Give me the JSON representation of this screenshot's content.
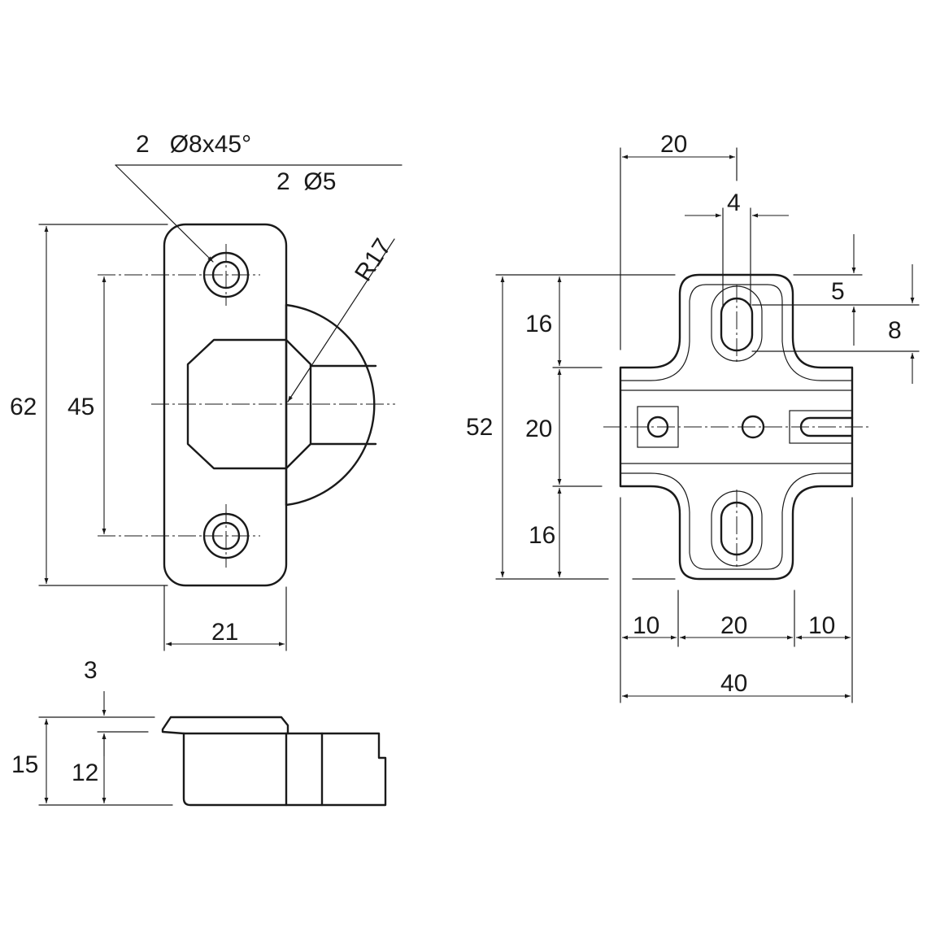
{
  "labels": {
    "countered_holes": "2   Ø8x45°",
    "holes": "2  Ø5",
    "radius": "R17",
    "overall_height": "62",
    "hole_pitch": "45",
    "plate_width": "21",
    "top_step": "3",
    "side_total": "15",
    "side_body": "12",
    "right_top_width": "20",
    "slot_width": "4",
    "slot_offset": "5",
    "slot_length": "8",
    "right_height": "52",
    "upper_band": "16",
    "middle_band": "20",
    "lower_band": "16",
    "left_arm": "10",
    "center_width": "20",
    "right_arm": "10",
    "overall_width": "40"
  }
}
